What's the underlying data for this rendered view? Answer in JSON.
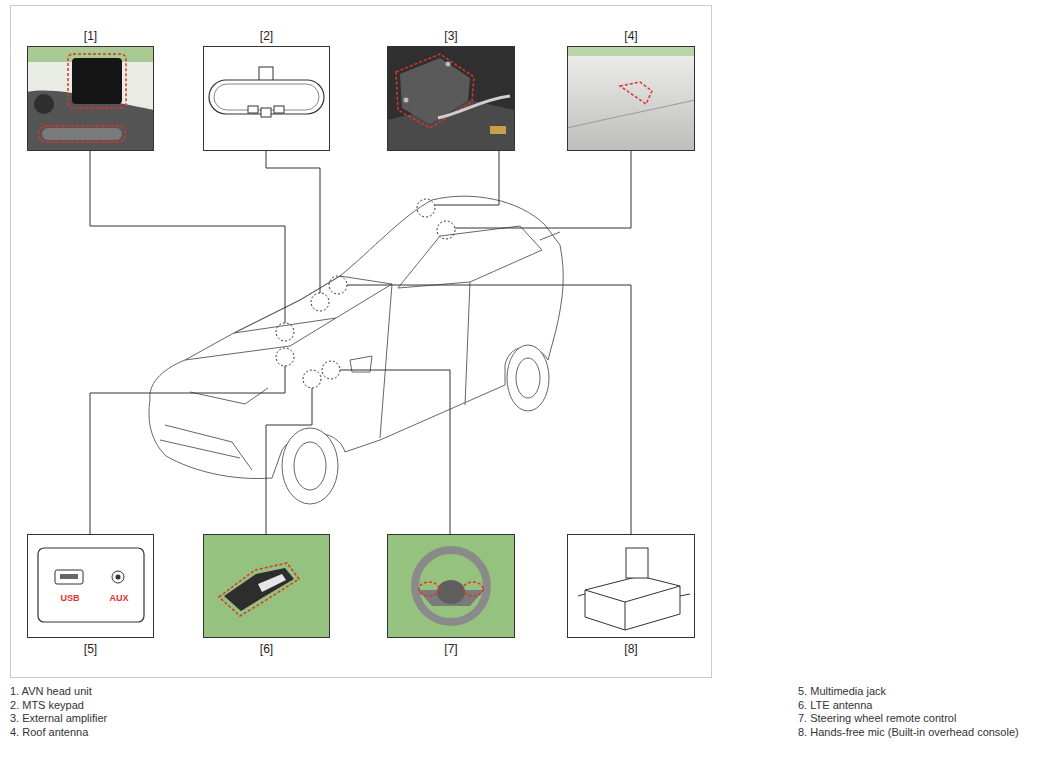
{
  "diagram": {
    "nodes": [
      {
        "text": [
          "[1]"
        ]
      },
      {
        "text": [
          "[2]"
        ]
      },
      {
        "text": [
          "[3]"
        ]
      },
      {
        "text": [
          "[4]"
        ]
      },
      {
        "text": [
          "[5]",
          "USB",
          "AUX"
        ]
      },
      {
        "text": [
          "[6]"
        ]
      },
      {
        "text": [
          "[7]"
        ]
      },
      {
        "text": [
          "[8]"
        ]
      }
    ],
    "labels": [
      "1. AVN head unit",
      "2. MTS keypad",
      "3. External amplifier",
      "4. Roof antenna",
      "5. Multimedia jack",
      "6. LTE antenna",
      "7. Steering wheel remote control",
      "8. Hands-free mic (Built-in overhead console)"
    ]
  }
}
